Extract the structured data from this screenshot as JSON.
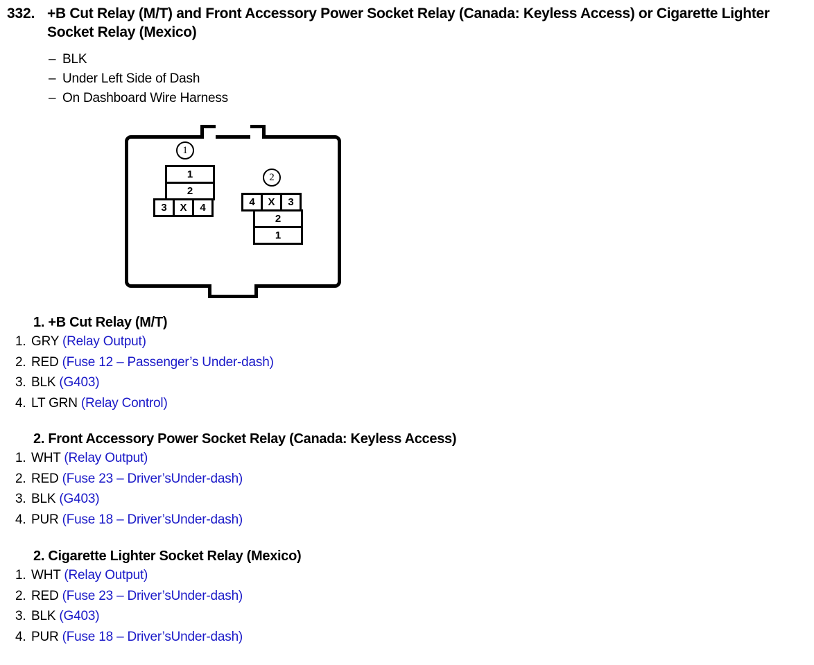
{
  "entry": {
    "number": "332.",
    "title": "+B Cut Relay (M/T) and Front Accessory Power Socket Relay (Canada: Keyless Access) or Cigarette Lighter Socket Relay (Mexico)",
    "attributes": [
      {
        "mark": "–",
        "text": "BLK"
      },
      {
        "mark": "–",
        "text": "Under Left Side of Dash"
      },
      {
        "mark": "–",
        "text": "On Dashboard Wire Harness"
      }
    ]
  },
  "diagram": {
    "connectors": [
      {
        "callout": "1",
        "rows": [
          [
            "1"
          ],
          [
            "2"
          ],
          [
            "3",
            "X",
            "4"
          ]
        ]
      },
      {
        "callout": "2",
        "rows": [
          [
            "4",
            "X",
            "3"
          ],
          [
            "2"
          ],
          [
            "1"
          ]
        ]
      }
    ]
  },
  "sections": [
    {
      "heading": "1. +B Cut Relay (M/T)",
      "wires": [
        {
          "index": "1.",
          "color": "GRY",
          "desc": "(Relay Output)"
        },
        {
          "index": "2.",
          "color": "RED",
          "desc": "(Fuse 12 – Passenger’s Under-dash)"
        },
        {
          "index": "3.",
          "color": "BLK",
          "desc": "(G403)"
        },
        {
          "index": "4.",
          "color": "LT GRN",
          "desc": "(Relay Control)"
        }
      ]
    },
    {
      "heading": "2. Front Accessory Power Socket Relay (Canada: Keyless Access)",
      "wires": [
        {
          "index": "1.",
          "color": "WHT",
          "desc": "(Relay Output)"
        },
        {
          "index": "2.",
          "color": "RED",
          "desc": "(Fuse 23 – Driver’sUnder-dash)"
        },
        {
          "index": "3.",
          "color": "BLK",
          "desc": "(G403)"
        },
        {
          "index": "4.",
          "color": "PUR",
          "desc": "(Fuse 18 – Driver’sUnder-dash)"
        }
      ]
    },
    {
      "heading": "2. Cigarette Lighter Socket Relay (Mexico)",
      "wires": [
        {
          "index": "1.",
          "color": "WHT",
          "desc": "(Relay Output)"
        },
        {
          "index": "2.",
          "color": "RED",
          "desc": "(Fuse 23 – Driver’sUnder-dash)"
        },
        {
          "index": "3.",
          "color": "BLK",
          "desc": "(G403)"
        },
        {
          "index": "4.",
          "color": "PUR",
          "desc": "(Fuse 18 – Driver’sUnder-dash)"
        }
      ]
    }
  ],
  "colors": {
    "text": "#000000",
    "description": "#1a19c8",
    "background": "#ffffff"
  }
}
